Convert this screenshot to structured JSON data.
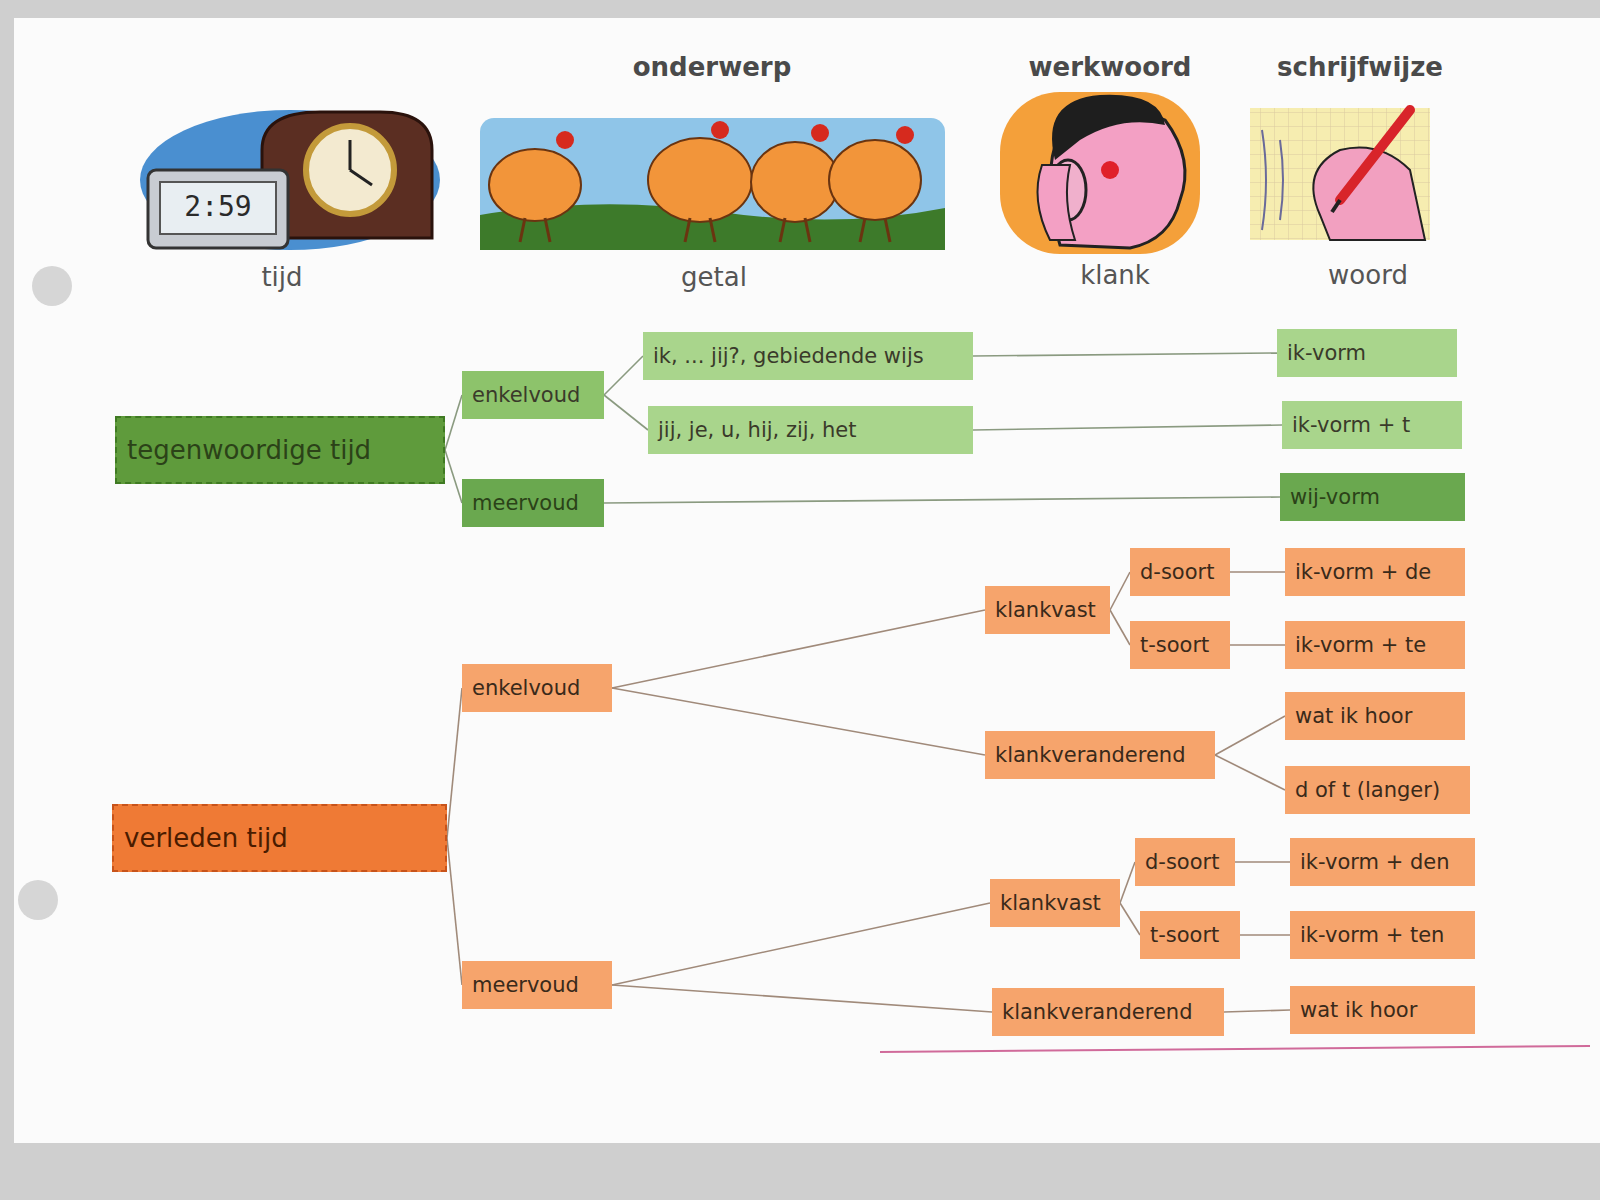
{
  "diagram": {
    "nodes": [
      {
        "text": [
          "tegenwoordige tijd"
        ]
      },
      {
        "text": [
          "enkelvoud"
        ]
      },
      {
        "text": [
          "ik, ... jij?, gebiedende wijs"
        ]
      },
      {
        "text": [
          "jij, je, u, hij, zij, het"
        ]
      },
      {
        "text": [
          "meervoud"
        ]
      },
      {
        "text": [
          "ik-vorm"
        ]
      },
      {
        "text": [
          "ik-vorm + t"
        ]
      },
      {
        "text": [
          "wij-vorm"
        ]
      },
      {
        "text": [
          "verleden tijd"
        ]
      },
      {
        "text": [
          "enkelvoud"
        ]
      },
      {
        "text": [
          "klankvast"
        ]
      },
      {
        "text": [
          "d-soort"
        ]
      },
      {
        "text": [
          "t-soort"
        ]
      },
      {
        "text": [
          "ik-vorm + de"
        ]
      },
      {
        "text": [
          "ik-vorm + te"
        ]
      },
      {
        "text": [
          "klankveranderend"
        ]
      },
      {
        "text": [
          "wat ik hoor"
        ]
      },
      {
        "text": [
          "d of t (langer)"
        ]
      },
      {
        "text": [
          "meervoud"
        ]
      },
      {
        "text": [
          "klankvast"
        ]
      },
      {
        "text": [
          "d-soort"
        ]
      },
      {
        "text": [
          "t-soort"
        ]
      },
      {
        "text": [
          "ik-vorm + den"
        ]
      },
      {
        "text": [
          "ik-vorm + ten"
        ]
      },
      {
        "text": [
          "klankveranderend"
        ]
      },
      {
        "text": [
          "wat ik hoor"
        ]
      }
    ],
    "edges": [
      {
        "from": 0,
        "to": 1,
        "arrow": "none"
      },
      {
        "from": 0,
        "to": 4,
        "arrow": "none"
      },
      {
        "from": 1,
        "to": 2,
        "arrow": "none"
      },
      {
        "from": 1,
        "to": 3,
        "arrow": "none"
      },
      {
        "from": 2,
        "to": 5,
        "arrow": "none"
      },
      {
        "from": 3,
        "to": 6,
        "arrow": "none"
      },
      {
        "from": 4,
        "to": 7,
        "arrow": "none"
      },
      {
        "from": 8,
        "to": 9,
        "arrow": "none"
      },
      {
        "from": 8,
        "to": 18,
        "arrow": "none"
      },
      {
        "from": 9,
        "to": 10,
        "arrow": "none"
      },
      {
        "from": 9,
        "to": 15,
        "arrow": "none"
      },
      {
        "from": 10,
        "to": 11,
        "arrow": "none"
      },
      {
        "from": 10,
        "to": 12,
        "arrow": "none"
      },
      {
        "from": 11,
        "to": 13,
        "arrow": "none"
      },
      {
        "from": 12,
        "to": 14,
        "arrow": "none"
      },
      {
        "from": 15,
        "to": 16,
        "arrow": "none"
      },
      {
        "from": 15,
        "to": 17,
        "arrow": "none"
      },
      {
        "from": 18,
        "to": 19,
        "arrow": "none"
      },
      {
        "from": 18,
        "to": 24,
        "arrow": "none"
      },
      {
        "from": 19,
        "to": 20,
        "arrow": "none"
      },
      {
        "from": 19,
        "to": 21,
        "arrow": "none"
      },
      {
        "from": 20,
        "to": 22,
        "arrow": "none"
      },
      {
        "from": 21,
        "to": 23,
        "arrow": "none"
      },
      {
        "from": 24,
        "to": 25,
        "arrow": "none"
      }
    ],
    "labels": [
      "onderwerp",
      "werkwoord",
      "schrijfwijze",
      "2:59",
      "tijd",
      "getal",
      "klank",
      "woord"
    ]
  }
}
